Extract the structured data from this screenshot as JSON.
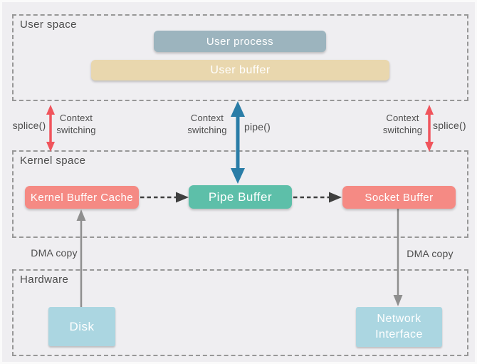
{
  "diagram": {
    "zones": {
      "user_space": {
        "label": "User space"
      },
      "kernel_space": {
        "label": "Kernel space"
      },
      "hardware": {
        "label": "Hardware"
      }
    },
    "nodes": {
      "user_process": "User process",
      "user_buffer": "User buffer",
      "kernel_buffer_cache": "Kernel Buffer Cache",
      "pipe_buffer": "Pipe Buffer",
      "socket_buffer": "Socket Buffer",
      "disk": "Disk",
      "network_interface": "Network Interface"
    },
    "labels": {
      "splice_left": "splice()",
      "context_switching_left": "Context switching",
      "context_switching_center": "Context switching",
      "pipe_call": "pipe()",
      "context_switching_right": "Context switching",
      "splice_right": "splice()",
      "dma_copy_left": "DMA copy",
      "dma_copy_right": "DMA copy"
    },
    "colors": {
      "user_process": "#9cb4be",
      "user_buffer": "#e9d7ae",
      "buffer_red": "#f58a84",
      "pipe_teal": "#5dbfa9",
      "hardware_blue": "#abd6e1",
      "arrow_red": "#f0545c",
      "arrow_blue": "#2a7da7",
      "arrow_gray": "#8f8f8f",
      "arrow_dark": "#3f3f3f"
    }
  }
}
